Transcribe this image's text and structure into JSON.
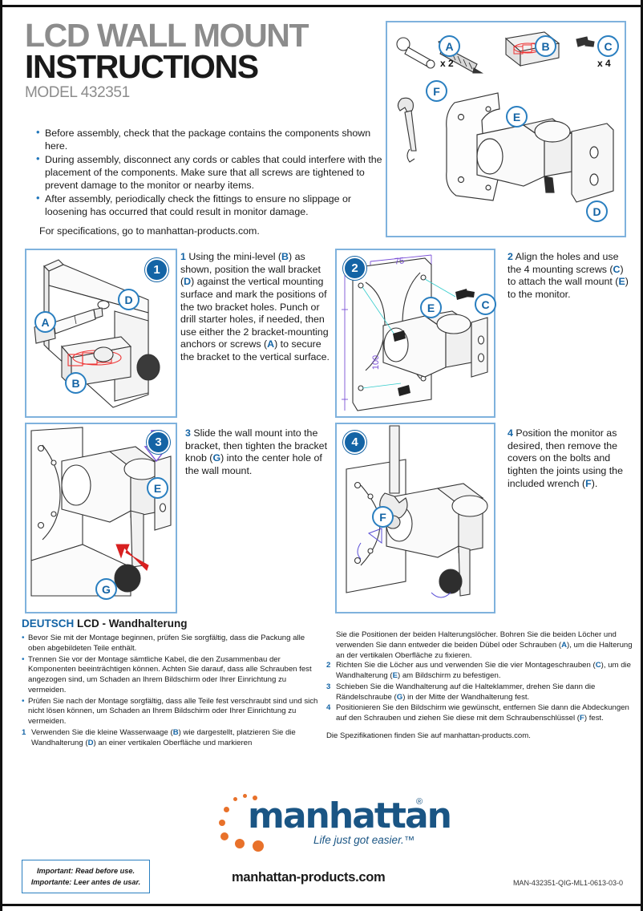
{
  "header": {
    "title_line1": "LCD WALL MOUNT",
    "title_line2": "INSTRUCTIONS",
    "model": "MODEL 432351"
  },
  "intro": {
    "bullets": [
      "Before assembly, check that the package contains the components shown here.",
      "During assembly, disconnect any cords or cables that could interfere with the placement of the components. Make sure that all screws are tightened to prevent damage to the monitor or nearby items.",
      "After assembly, periodically check the fittings to ensure no slippage or loosening has occurred that could result in monitor damage."
    ],
    "specs": "For specifications, go to manhattan-products.com."
  },
  "parts": {
    "a_label": "A",
    "a_qty": "x 2",
    "b_label": "B",
    "c_label": "C",
    "c_qty": "x 4",
    "f_label": "F",
    "e_label": "E",
    "d_label": "D"
  },
  "steps": [
    {
      "num": "1",
      "panel_num": "1",
      "text": "Using the mini-level (B) as shown, position the wall bracket (D) against the vertical mounting surface and mark the positions of the two bracket holes. Punch or drill starter holes, if needed, then use either the 2 bracket-mounting anchors or screws (A) to secure the bracket to the vertical surface.",
      "callouts": [
        "A",
        "B",
        "D"
      ]
    },
    {
      "num": "2",
      "panel_num": "2",
      "text": "Align the holes and use the 4 mounting screws (C) to attach the wall mount (E) to the monitor.",
      "callouts": [
        "E",
        "C"
      ],
      "dim_w": "75",
      "dim_h": "100"
    },
    {
      "num": "3",
      "panel_num": "3",
      "text": "Slide the wall mount into the bracket, then tighten the bracket knob (G) into the center hole of the wall mount.",
      "callouts": [
        "E",
        "G"
      ]
    },
    {
      "num": "4",
      "panel_num": "4",
      "text": "Position the monitor as desired, then remove the covers on the bolts and tighten the joints using the included wrench (F).",
      "callouts": [
        "F"
      ]
    }
  ],
  "german": {
    "lang": "DEUTSCH",
    "title": "LCD - Wandhalterung",
    "bullets": [
      "Bevor Sie mit der Montage beginnen, prüfen Sie sorgfältig, dass die Packung alle oben abgebildeten Teile enthält.",
      "Trennen Sie vor der Montage sämtliche Kabel, die den Zusammenbau der Komponenten beeinträchtigen können. Achten Sie darauf, dass alle Schrauben fest angezogen sind, um Schaden an Ihrem Bildschirm oder Ihrer Einrichtung zu vermeiden.",
      "Prüfen Sie nach der Montage sorgfältig, dass alle Teile fest verschraubt sind und sich nicht lösen können, um Schaden an Ihrem Bildschirm oder Ihrer Einrichtung zu vermeiden."
    ],
    "step1_left": "Verwenden Sie die kleine Wasserwaage (B) wie dargestellt, platzieren Sie die Wandhalterung (D) an einer vertikalen Oberfläche und markieren",
    "step1_right": "Sie die Positionen der beiden Halterungslöcher. Bohren Sie die beiden Löcher und verwenden Sie dann entweder die beiden Dübel oder Schrauben (A), um die Halterung an der vertikalen Oberfläche zu fixieren.",
    "step2": "Richten Sie die Löcher aus und verwenden Sie die vier Montageschrauben (C), um die Wandhalterung (E) am Bildschirm zu befestigen.",
    "step3": "Schieben Sie die Wandhalterung auf die Halteklammer, drehen Sie dann die Rändelschraube (G) in der Mitte der Wandhalterung fest.",
    "step4": "Positionieren Sie den Bildschirm wie gewünscht, entfernen Sie dann die Abdeckungen auf den Schrauben und ziehen Sie diese mit dem Schraubenschlüssel (F) fest.",
    "specs": "Die Spezifikationen finden Sie auf manhattan-products.com.",
    "n1": "1",
    "n2": "2",
    "n3": "3",
    "n4": "4"
  },
  "logo": {
    "word": "manhattan",
    "reg": "®",
    "tagline": "Life just got easier.™"
  },
  "footer": {
    "important_en": "Important: Read before use.",
    "important_es": "Importante: Leer antes de usar.",
    "site": "manhattan-products.com",
    "part_number": "MAN-432351-QIG-ML1-0613-03-0"
  },
  "colors": {
    "accent_blue": "#1464a5",
    "panel_border": "#7fb2dd",
    "logo_blue": "#1a5584",
    "logo_orange": "#e8712a",
    "dim_purple": "#7a4fd6"
  }
}
